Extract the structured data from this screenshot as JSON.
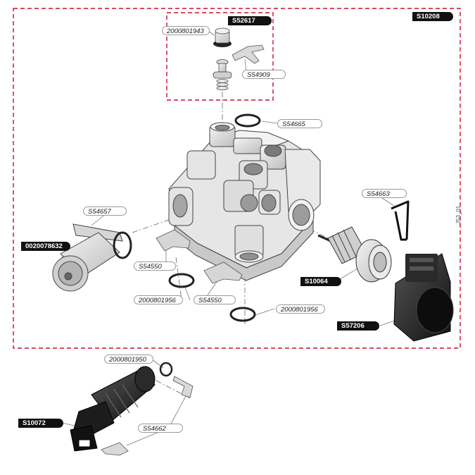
{
  "colors": {
    "frame": "#c8102e",
    "leader": "#777777",
    "part_fill": "#e6e6e6",
    "part_dark": "#1a1a1a",
    "label_dark_bg": "#111111",
    "label_dark_text": "#ffffff"
  },
  "labels": {
    "assembly_main": "S10208",
    "assembly_top": "S52617",
    "p2000801943": "2000801943",
    "s54909": "S54909",
    "s54665": "S54665",
    "s54663": "S54663",
    "s54657": "S54657",
    "p0020078632": "0020078632",
    "s54550_a": "S54550",
    "s54550_b": "S54550",
    "p2000801956_a": "2000801956",
    "p2000801956_b": "2000801956",
    "s10064": "S10064",
    "s57206": "S57206",
    "p2000801950": "2000801950",
    "s54662": "S54662",
    "s10072": "S10072"
  },
  "figure_code": "J53_01"
}
